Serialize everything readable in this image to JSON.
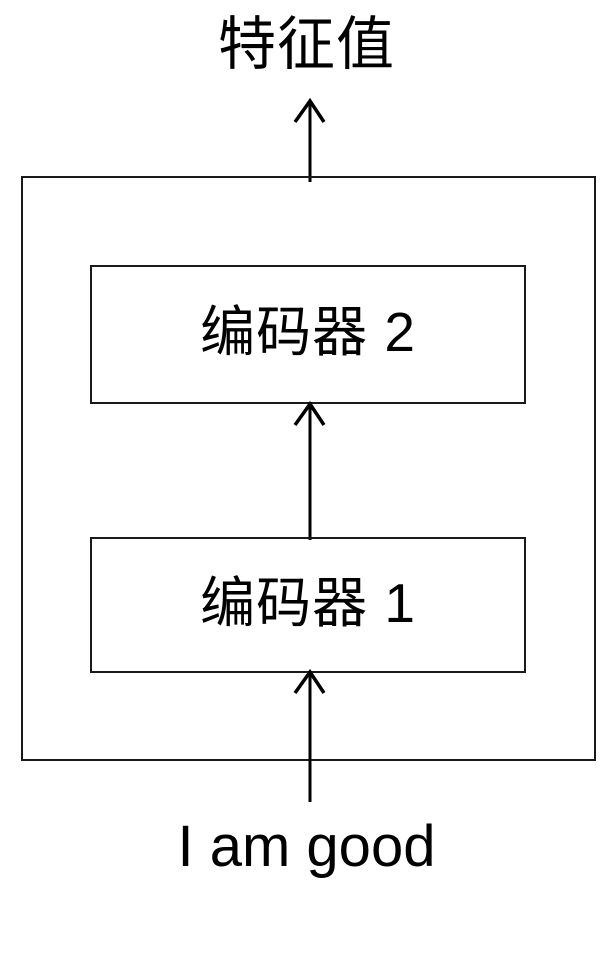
{
  "diagram": {
    "title_output": "特征值",
    "title_input": "I am good",
    "container": {
      "name": "model-container",
      "label": ""
    },
    "blocks": [
      {
        "id": "encoder-1",
        "label": "编码器 1"
      },
      {
        "id": "encoder-2",
        "label": "编码器 2"
      }
    ],
    "arrows": [
      {
        "id": "input-to-encoder-1",
        "from": "I am good",
        "to": "编码器 1",
        "direction": "up"
      },
      {
        "id": "encoder-1-to-encoder-2",
        "from": "编码器 1",
        "to": "编码器 2",
        "direction": "up"
      },
      {
        "id": "encoder-2-to-output",
        "from": "编码器 2",
        "to": "特征值",
        "direction": "up"
      }
    ],
    "colors": {
      "stroke": "#000000",
      "box_border": "#1a1a1a",
      "background": "#ffffff",
      "text": "#000000"
    }
  }
}
